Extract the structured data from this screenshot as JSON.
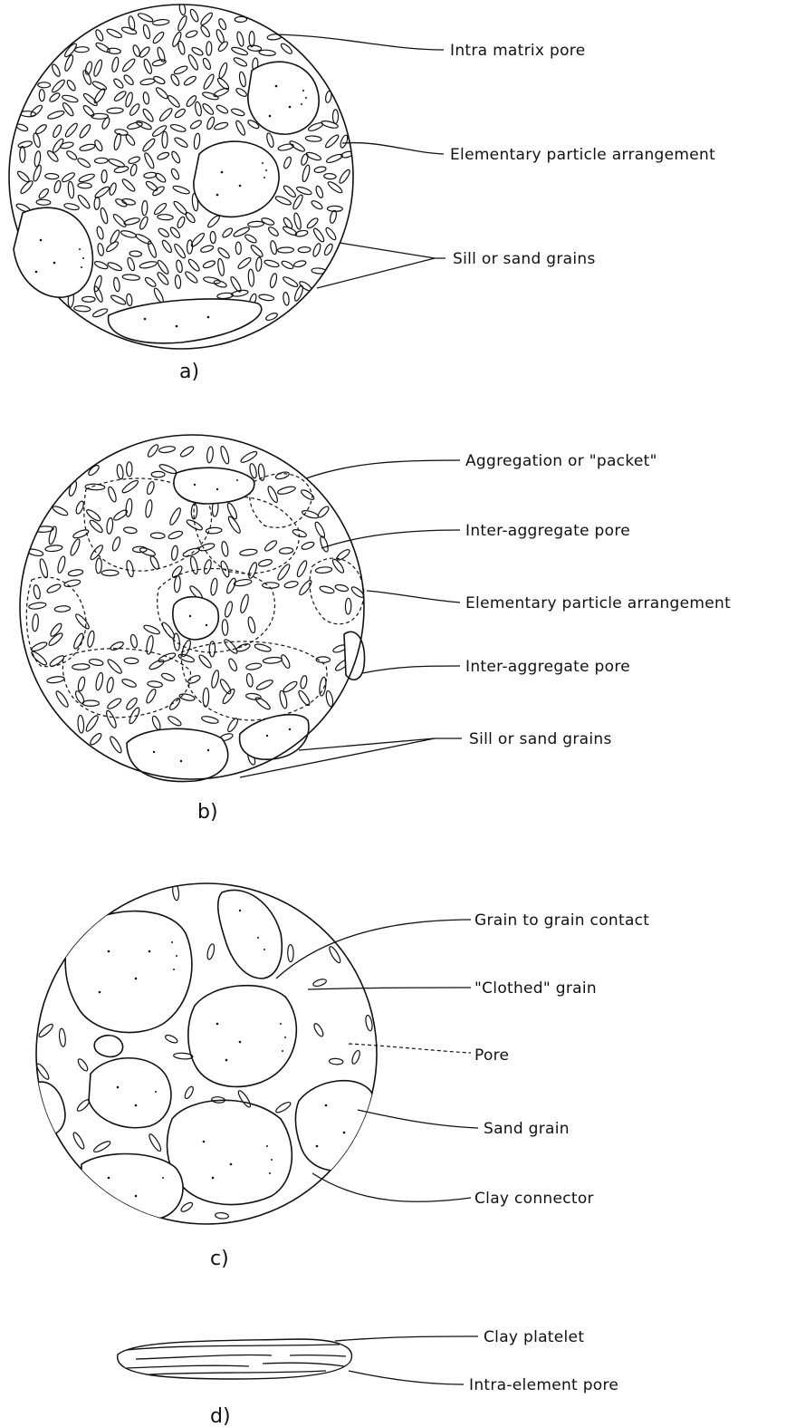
{
  "panels": {
    "a": {
      "caption": "a)",
      "labels": [
        "Intra matrix pore",
        "Elementary particle arrangement",
        "Sill or sand grains"
      ]
    },
    "b": {
      "caption": "b)",
      "labels": [
        "Aggregation or \"packet\"",
        "Inter-aggregate pore",
        "Elementary particle arrangement",
        "Inter-aggregate pore",
        "Sill or sand grains"
      ]
    },
    "c": {
      "caption": "c)",
      "labels": [
        "Grain to grain contact",
        "\"Clothed\" grain",
        "Pore",
        "Sand grain",
        "Clay connector"
      ]
    },
    "d": {
      "caption": "d)",
      "labels": [
        "Clay platelet",
        "Intra-element pore"
      ]
    }
  },
  "colors": {
    "ink": "#111111",
    "background": "#ffffff"
  }
}
